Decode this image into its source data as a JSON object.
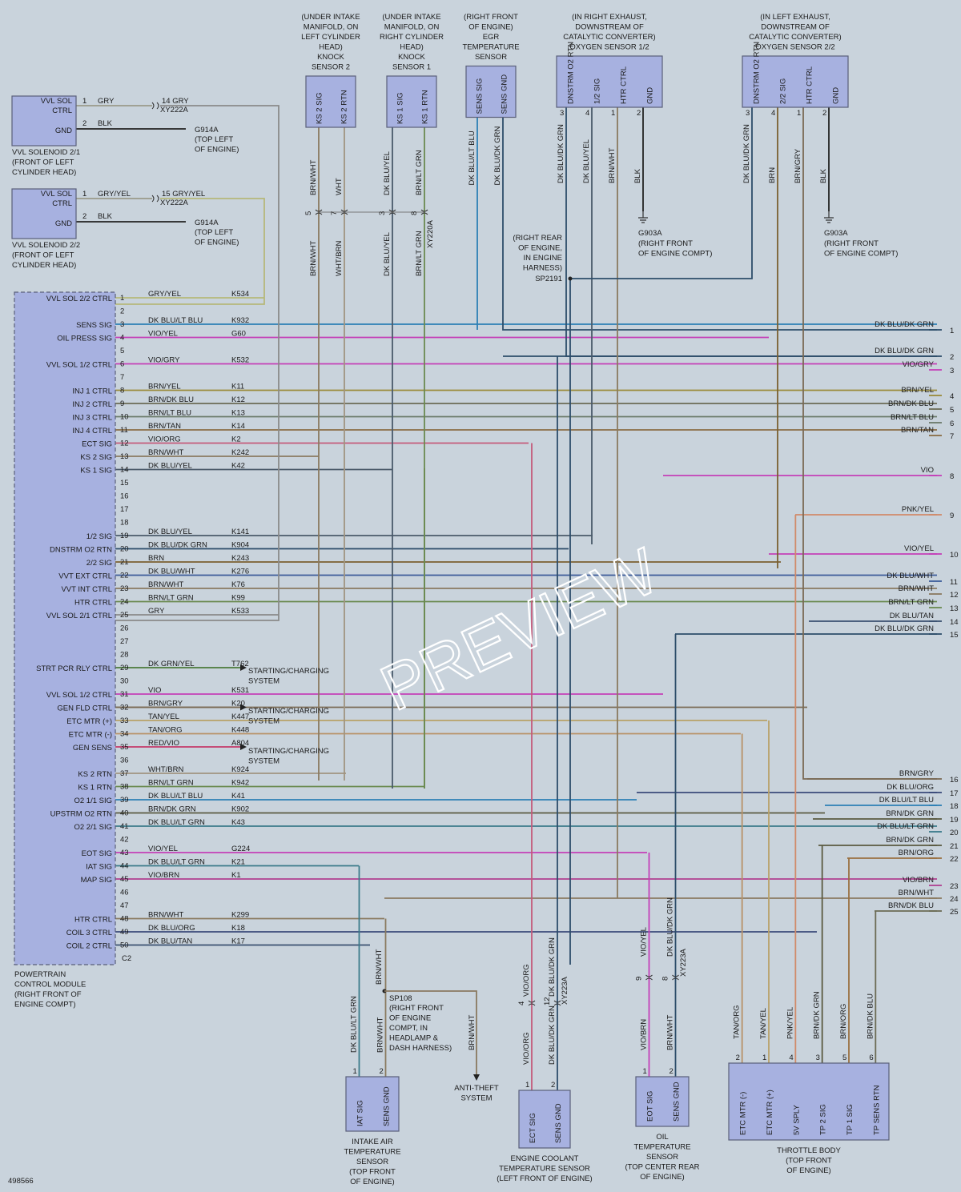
{
  "diagram_id": "498566",
  "watermark": "PREVIEW",
  "pcm": {
    "title": [
      "POWERTRAIN",
      "CONTROL MODULE",
      "(RIGHT FRONT OF",
      "ENGINE COMPT)"
    ],
    "connector": "C2",
    "pins": [
      {
        "n": "1",
        "label": "VVL SOL 2/2 CTRL",
        "color": "GRY/YEL",
        "circuit": "K534",
        "hex": "#b6b87a"
      },
      {
        "n": "2",
        "label": "",
        "color": "",
        "circuit": "",
        "hex": ""
      },
      {
        "n": "3",
        "label": "SENS SIG",
        "color": "DK BLU/LT BLU",
        "circuit": "K932",
        "hex": "#2d7fb5"
      },
      {
        "n": "4",
        "label": "OIL PRESS SIG",
        "color": "VIO/YEL",
        "circuit": "G60",
        "hex": "#c43fb8"
      },
      {
        "n": "5",
        "label": "",
        "color": "",
        "circuit": "",
        "hex": ""
      },
      {
        "n": "6",
        "label": "VVL SOL 1/2 CTRL",
        "color": "VIO/GRY",
        "circuit": "K532",
        "hex": "#c43fb8"
      },
      {
        "n": "7",
        "label": "",
        "color": "",
        "circuit": "",
        "hex": ""
      },
      {
        "n": "8",
        "label": "INJ 1 CTRL",
        "color": "BRN/YEL",
        "circuit": "K11",
        "hex": "#9a8a3a"
      },
      {
        "n": "9",
        "label": "INJ 2 CTRL",
        "color": "BRN/DK BLU",
        "circuit": "K12",
        "hex": "#6b6b55"
      },
      {
        "n": "10",
        "label": "INJ 3 CTRL",
        "color": "BRN/LT BLU",
        "circuit": "K13",
        "hex": "#6b7a6a"
      },
      {
        "n": "11",
        "label": "INJ 4 CTRL",
        "color": "BRN/TAN",
        "circuit": "K14",
        "hex": "#8a6d45"
      },
      {
        "n": "12",
        "label": "ECT SIG",
        "color": "VIO/ORG",
        "circuit": "K2",
        "hex": "#c45a7a"
      },
      {
        "n": "13",
        "label": "KS 2 SIG",
        "color": "BRN/WHT",
        "circuit": "K242",
        "hex": "#8a7a60"
      },
      {
        "n": "14",
        "label": "KS 1 SIG",
        "color": "DK BLU/YEL",
        "circuit": "K42",
        "hex": "#4a5a6a"
      },
      {
        "n": "15",
        "label": "",
        "color": "",
        "circuit": "",
        "hex": ""
      },
      {
        "n": "16",
        "label": "",
        "color": "",
        "circuit": "",
        "hex": ""
      },
      {
        "n": "17",
        "label": "",
        "color": "",
        "circuit": "",
        "hex": ""
      },
      {
        "n": "18",
        "label": "",
        "color": "",
        "circuit": "",
        "hex": ""
      },
      {
        "n": "19",
        "label": "1/2 SIG",
        "color": "DK BLU/YEL",
        "circuit": "K141",
        "hex": "#4a5a6a"
      },
      {
        "n": "20",
        "label": "DNSTRM O2 RTN",
        "color": "DK BLU/DK GRN",
        "circuit": "K904",
        "hex": "#2d4d6a"
      },
      {
        "n": "21",
        "label": "2/2 SIG",
        "color": "BRN",
        "circuit": "K243",
        "hex": "#7a6030"
      },
      {
        "n": "22",
        "label": "VVT EXT CTRL",
        "color": "DK BLU/WHT",
        "circuit": "K276",
        "hex": "#3d5c9a"
      },
      {
        "n": "23",
        "label": "VVT INT CTRL",
        "color": "BRN/WHT",
        "circuit": "K76",
        "hex": "#8a7a60"
      },
      {
        "n": "24",
        "label": "HTR CTRL",
        "color": "BRN/LT GRN",
        "circuit": "K99",
        "hex": "#6a8a50"
      },
      {
        "n": "25",
        "label": "VVL SOL 2/1 CTRL",
        "color": "GRY",
        "circuit": "K533",
        "hex": "#8a8a8a"
      },
      {
        "n": "26",
        "label": "",
        "color": "",
        "circuit": "",
        "hex": ""
      },
      {
        "n": "27",
        "label": "",
        "color": "",
        "circuit": "",
        "hex": ""
      },
      {
        "n": "28",
        "label": "",
        "color": "",
        "circuit": "",
        "hex": ""
      },
      {
        "n": "29",
        "label": "STRT PCR RLY CTRL",
        "color": "DK GRN/YEL",
        "circuit": "T762",
        "hex": "#4a7a3a"
      },
      {
        "n": "30",
        "label": "",
        "color": "",
        "circuit": "",
        "hex": ""
      },
      {
        "n": "31",
        "label": "VVL SOL 1/2 CTRL",
        "color": "VIO",
        "circuit": "K531",
        "hex": "#c43fb8"
      },
      {
        "n": "32",
        "label": "GEN FLD CTRL",
        "color": "BRN/GRY",
        "circuit": "K20",
        "hex": "#7a6a55"
      },
      {
        "n": "33",
        "label": "ETC MTR (+)",
        "color": "TAN/YEL",
        "circuit": "K447",
        "hex": "#b8a268"
      },
      {
        "n": "34",
        "label": "ETC MTR (-)",
        "color": "TAN/ORG",
        "circuit": "K448",
        "hex": "#b89268"
      },
      {
        "n": "35",
        "label": "GEN SENS",
        "color": "RED/VIO",
        "circuit": "A804",
        "hex": "#c43a6a"
      },
      {
        "n": "36",
        "label": "",
        "color": "",
        "circuit": "",
        "hex": ""
      },
      {
        "n": "37",
        "label": "KS 2 RTN",
        "color": "WHT/BRN",
        "circuit": "K924",
        "hex": "#a09480"
      },
      {
        "n": "38",
        "label": "KS 1 RTN",
        "color": "BRN/LT GRN",
        "circuit": "K942",
        "hex": "#6a8a50"
      },
      {
        "n": "39",
        "label": "O2 1/1 SIG",
        "color": "DK BLU/LT BLU",
        "circuit": "K41",
        "hex": "#2d7fb5"
      },
      {
        "n": "40",
        "label": "UPSTRM O2 RTN",
        "color": "BRN/DK GRN",
        "circuit": "K902",
        "hex": "#5a5a40"
      },
      {
        "n": "41",
        "label": "O2 2/1 SIG",
        "color": "DK BLU/LT GRN",
        "circuit": "K43",
        "hex": "#3a7a8a"
      },
      {
        "n": "42",
        "label": "",
        "color": "",
        "circuit": "",
        "hex": ""
      },
      {
        "n": "43",
        "label": "EOT SIG",
        "color": "VIO/YEL",
        "circuit": "G224",
        "hex": "#c43fb8"
      },
      {
        "n": "44",
        "label": "IAT SIG",
        "color": "DK BLU/LT GRN",
        "circuit": "K21",
        "hex": "#3a7a8a"
      },
      {
        "n": "45",
        "label": "MAP SIG",
        "color": "VIO/BRN",
        "circuit": "K1",
        "hex": "#b04090"
      },
      {
        "n": "46",
        "label": "",
        "color": "",
        "circuit": "",
        "hex": ""
      },
      {
        "n": "47",
        "label": "",
        "color": "",
        "circuit": "",
        "hex": ""
      },
      {
        "n": "48",
        "label": "HTR CTRL",
        "color": "BRN/WHT",
        "circuit": "K299",
        "hex": "#8a7a60"
      },
      {
        "n": "49",
        "label": "COIL 3 CTRL",
        "color": "DK BLU/ORG",
        "circuit": "K18",
        "hex": "#3a4a7a"
      },
      {
        "n": "50",
        "label": "COIL 2 CTRL",
        "color": "DK BLU/TAN",
        "circuit": "K17",
        "hex": "#3a5070"
      }
    ]
  },
  "right_conn": [
    {
      "n": "1",
      "color": "DK BLU/DK GRN",
      "hex": "#2d4d6a"
    },
    {
      "n": "2",
      "color": "DK BLU/DK GRN",
      "hex": "#2d4d6a"
    },
    {
      "n": "3",
      "color": "VIO/GRY",
      "hex": "#c43fb8"
    },
    {
      "n": "4",
      "color": "BRN/YEL",
      "hex": "#9a8a3a"
    },
    {
      "n": "5",
      "color": "BRN/DK BLU",
      "hex": "#6b6b55"
    },
    {
      "n": "6",
      "color": "BRN/LT BLU",
      "hex": "#6b7a6a"
    },
    {
      "n": "7",
      "color": "BRN/TAN",
      "hex": "#8a6d45"
    },
    {
      "n": "8",
      "color": "VIO",
      "hex": "#c43fb8"
    },
    {
      "n": "9",
      "color": "PNK/YEL",
      "hex": "#d08a6a"
    },
    {
      "n": "10",
      "color": "VIO/YEL",
      "hex": "#c43fb8"
    },
    {
      "n": "11",
      "color": "DK BLU/WHT",
      "hex": "#3d5c9a"
    },
    {
      "n": "12",
      "color": "BRN/WHT",
      "hex": "#8a7a60"
    },
    {
      "n": "13",
      "color": "BRN/LT GRN",
      "hex": "#6a8a50"
    },
    {
      "n": "14",
      "color": "DK BLU/TAN",
      "hex": "#3a5070"
    },
    {
      "n": "15",
      "color": "DK BLU/DK GRN",
      "hex": "#2d4d6a"
    },
    {
      "n": "16",
      "color": "BRN/GRY",
      "hex": "#7a6a55"
    },
    {
      "n": "17",
      "color": "DK BLU/ORG",
      "hex": "#3a4a7a"
    },
    {
      "n": "18",
      "color": "DK BLU/LT BLU",
      "hex": "#2d7fb5"
    },
    {
      "n": "19",
      "color": "BRN/DK GRN",
      "hex": "#5a5a40"
    },
    {
      "n": "20",
      "color": "DK BLU/LT GRN",
      "hex": "#3a7a8a"
    },
    {
      "n": "21",
      "color": "BRN/DK GRN",
      "hex": "#5a5a40"
    },
    {
      "n": "22",
      "color": "BRN/ORG",
      "hex": "#9a7040"
    },
    {
      "n": "23",
      "color": "VIO/BRN",
      "hex": "#b04090"
    },
    {
      "n": "24",
      "color": "BRN/WHT",
      "hex": "#8a7a60"
    },
    {
      "n": "25",
      "color": "BRN/DK BLU",
      "hex": "#6b6b55"
    }
  ],
  "vvl21": {
    "pins": [
      "VVL SOL",
      "CTRL",
      "GND"
    ],
    "pin_nums": [
      "1",
      "2"
    ],
    "wires": [
      "GRY",
      "BLK"
    ],
    "xy": "14  GRY",
    "xyconn": "XY222A",
    "ground": "G914A",
    "ground_desc": [
      "(TOP LEFT",
      "OF ENGINE)"
    ],
    "name": [
      "VVL SOLENOID 2/1",
      "(FRONT OF LEFT",
      "CYLINDER HEAD)"
    ]
  },
  "vvl22": {
    "pins": [
      "VVL SOL",
      "CTRL",
      "GND"
    ],
    "pin_nums": [
      "1",
      "2"
    ],
    "wires": [
      "GRY/YEL",
      "BLK"
    ],
    "xy": "15  GRY/YEL",
    "xyconn": "XY222A",
    "ground": "G914A",
    "ground_desc": [
      "(TOP LEFT",
      "OF ENGINE)"
    ],
    "name": [
      "VVL SOLENOID 2/2",
      "(FRONT OF LEFT",
      "CYLINDER HEAD)"
    ]
  },
  "ks2": {
    "desc": [
      "(UNDER INTAKE",
      "MANIFOLD, ON",
      "LEFT CYLINDER",
      "HEAD)",
      "KNOCK",
      "SENSOR 2"
    ],
    "pins": [
      "KS 2 SIG",
      "KS 2 RTN"
    ],
    "wires": [
      "BRN/WHT",
      "WHT"
    ],
    "lower": [
      "BRN/WHT",
      "WHT/BRN"
    ],
    "inline": [
      "5",
      "7"
    ]
  },
  "ks1": {
    "desc": [
      "(UNDER INTAKE",
      "MANIFOLD, ON",
      "RIGHT CYLINDER",
      "HEAD)",
      "KNOCK",
      "SENSOR 1"
    ],
    "pins": [
      "KS 1 SIG",
      "KS 1 RTN"
    ],
    "wires": [
      "DK BLU/YEL",
      "BRN/LT GRN"
    ],
    "lower": [
      "DK BLU/YEL",
      "BRN/LT GRN"
    ],
    "inline": [
      "3",
      "8"
    ],
    "xyconn": "XY220A"
  },
  "egr": {
    "desc": [
      "(RIGHT FRONT",
      "OF ENGINE)",
      "EGR",
      "TEMPERATURE",
      "SENSOR"
    ],
    "pins": [
      "SENS SIG",
      "SENS GND"
    ],
    "wires": [
      "DK BLU/LT BLU",
      "DK BLU/DK GRN"
    ]
  },
  "o2_12": {
    "desc": [
      "(IN RIGHT EXHAUST,",
      "DOWNSTREAM OF",
      "CATALYTIC CONVERTER)",
      "OXYGEN SENSOR 1/2"
    ],
    "pins": [
      "DNSTRM O2 RTN",
      "1/2 SIG",
      "HTR CTRL",
      "GND"
    ],
    "pin_nums": [
      "3",
      "4",
      "1",
      "2"
    ],
    "wires": [
      "DK BLU/DK GRN",
      "DK BLU/YEL",
      "BRN/WHT",
      "BLK"
    ],
    "ground": "G903A",
    "ground_desc": [
      "(RIGHT FRONT",
      "OF ENGINE COMPT)"
    ]
  },
  "o2_22": {
    "desc": [
      "(IN LEFT EXHAUST,",
      "DOWNSTREAM OF",
      "CATALYTIC CONVERTER)",
      "OXYGEN SENSOR 2/2"
    ],
    "pins": [
      "DNSTRM O2 RTN",
      "2/2 SIG",
      "HTR CTRL",
      "GND"
    ],
    "pin_nums": [
      "3",
      "4",
      "1",
      "2"
    ],
    "wires": [
      "DK BLU/DK GRN",
      "BRN",
      "BRN/GRY",
      "BLK"
    ],
    "ground": "G903A",
    "ground_desc": [
      "(RIGHT FRONT",
      "OF ENGINE COMPT)"
    ]
  },
  "sp2191": {
    "desc": [
      "(RIGHT REAR",
      "OF ENGINE,",
      "IN ENGINE",
      "HARNESS)"
    ],
    "name": "SP2191"
  },
  "starting": [
    "STARTING/CHARGING",
    "SYSTEM"
  ],
  "iat": {
    "pins": [
      "IAT SIG",
      "SENS GND"
    ],
    "pin_nums": [
      "1",
      "2"
    ],
    "wires": [
      "DK BLU/LT GRN",
      "BRN/WHT"
    ],
    "name": [
      "INTAKE AIR",
      "TEMPERATURE",
      "SENSOR",
      "(TOP FRONT",
      "OF ENGINE)"
    ]
  },
  "sp108": {
    "name": "SP108",
    "desc": [
      "(RIGHT FRONT",
      "OF ENGINE",
      "COMPT, IN",
      "HEADLAMP &",
      "DASH HARNESS)"
    ],
    "wire_up": "BRN/WHT",
    "wire_out": "BRN/WHT"
  },
  "antitheft": [
    "ANTI-THEFT",
    "SYSTEM"
  ],
  "ect": {
    "pins": [
      "ECT SIG",
      "SENS GND"
    ],
    "pin_nums": [
      "1",
      "2"
    ],
    "upper": [
      "VIO/ORG",
      "DK BLU/DK GRN"
    ],
    "inline": [
      "4",
      "12"
    ],
    "lower": [
      "VIO/ORG",
      "DK BLU/DK GRN"
    ],
    "xyconn": "XY223A",
    "name": [
      "ENGINE COOLANT",
      "TEMPERATURE SENSOR",
      "(LEFT FRONT OF ENGINE)"
    ]
  },
  "oil": {
    "pins": [
      "EOT SIG",
      "SENS GND"
    ],
    "pin_nums": [
      "1",
      "2"
    ],
    "upper": [
      "VIO/YEL",
      "DK BLU/DK GRN"
    ],
    "inline": [
      "9",
      "8"
    ],
    "lower": [
      "VIO/BRN",
      "BRN/WHT"
    ],
    "xyconn": "XY223A",
    "name": [
      "OIL",
      "TEMPERATURE",
      "SENSOR",
      "(TOP CENTER REAR",
      "OF ENGINE)"
    ]
  },
  "throttle": {
    "pins": [
      "ETC MTR (-)",
      "ETC MTR (+)",
      "5V SPLY",
      "TP 2 SIG",
      "TP 1 SIG",
      "TP SENS RTN"
    ],
    "pin_nums": [
      "2",
      "1",
      "4",
      "3",
      "5",
      "6"
    ],
    "wires": [
      "TAN/ORG",
      "TAN/YEL",
      "PNK/YEL",
      "BRN/DK GRN",
      "BRN/ORG",
      "BRN/DK BLU"
    ],
    "name": [
      "THROTTLE BODY",
      "(TOP FRONT",
      "OF ENGINE)"
    ]
  }
}
